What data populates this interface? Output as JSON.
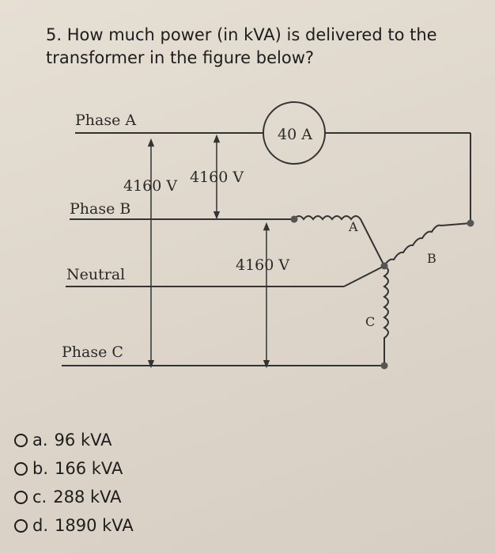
{
  "question": {
    "number": "5.",
    "text": "How much power (in kVA) is delivered to the transformer in the figure below?"
  },
  "figure": {
    "phase_a": "Phase A",
    "phase_b": "Phase B",
    "neutral": "Neutral",
    "phase_c": "Phase C",
    "voltage_ab_left": "4160 V",
    "voltage_ab_right": "4160 V",
    "voltage_bc": "4160 V",
    "current": "40 A",
    "coil_a": "A",
    "coil_b": "B",
    "coil_c": "C"
  },
  "options": [
    {
      "letter": "a.",
      "text": "96 kVA"
    },
    {
      "letter": "b.",
      "text": "166 kVA"
    },
    {
      "letter": "c.",
      "text": "288 kVA"
    },
    {
      "letter": "d.",
      "text": "1890 kVA"
    }
  ]
}
